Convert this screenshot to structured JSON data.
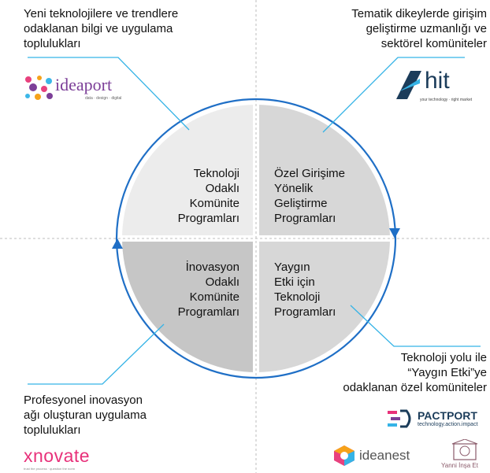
{
  "corners": {
    "top_left": [
      "Yeni teknolojilere ve trendlere",
      "odaklanan bilgi ve uygulama",
      "toplulukları"
    ],
    "top_right": [
      "Tematik dikeylerde girişim",
      "geliştirme uzmanlığı ve",
      "sektörel komüniteler"
    ],
    "bottom_left": [
      "Profesyonel inovasyon",
      "ağı oluşturan uygulama",
      "toplulukları"
    ],
    "bottom_right": [
      "Teknoloji yolu ile",
      "“Yaygın Etki”ye",
      "odaklanan özel komüniteler"
    ]
  },
  "quadrants": {
    "top_left": [
      "Teknoloji",
      "Odaklı",
      "Komünite",
      "Programları"
    ],
    "top_right": [
      "Özel Girişime",
      "Yönelik",
      "Geliştirme",
      "Programları"
    ],
    "bottom_left": [
      "İnovasyon",
      "Odaklı",
      "Komünite",
      "Programları"
    ],
    "bottom_right": [
      "Yaygın",
      "Etki için",
      "Teknoloji",
      "Programları"
    ]
  },
  "colors": {
    "quad_top_left": "#ececec",
    "quad_top_right": "#d7d7d7",
    "quad_bottom_left": "#c6c6c6",
    "quad_bottom_right": "#d7d7d7",
    "cycle_arrow": "#1f6fc6",
    "connector": "#35b3e6"
  },
  "logos": {
    "ideaport": {
      "name": "ideaport",
      "tagline": "data · design · digital"
    },
    "hit": {
      "name": "hit",
      "tagline": "your technology · right market"
    },
    "xnovate": {
      "name": "xnovate",
      "tagline": "trust the process · question the norm"
    },
    "pactport": {
      "name": "PACTPORT",
      "tagline": "technology.action.impact"
    },
    "ideanest": {
      "name": "ideanest"
    },
    "yanni": {
      "name": "Yanni İnşa Et"
    }
  }
}
